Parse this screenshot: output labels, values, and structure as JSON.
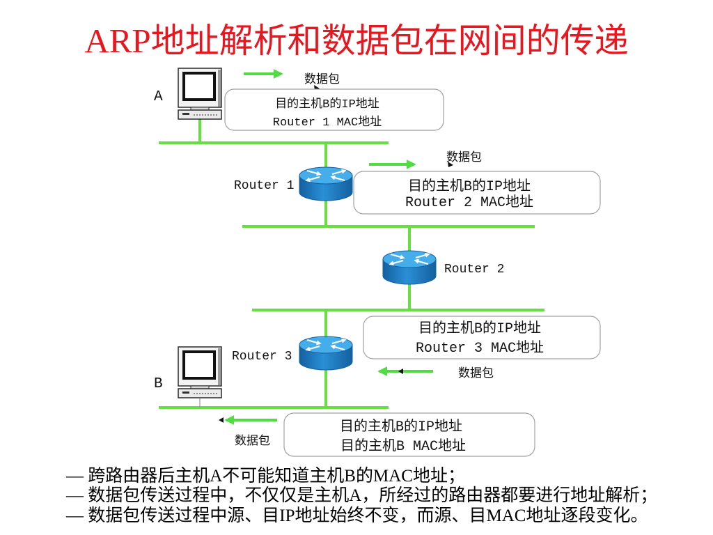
{
  "title": "ARP地址解析和数据包在网间的传递",
  "hosts": {
    "a": "A",
    "b": "B"
  },
  "routers": [
    "Router 1",
    "Router 2",
    "Router 3"
  ],
  "packets": [
    {
      "label": "数据包",
      "dest_ip": "目的主机B的IP地址",
      "dest_mac": "Router 1 MAC地址"
    },
    {
      "label": "数据包",
      "dest_ip": "目的主机B的IP地址",
      "dest_mac": "Router 2 MAC地址"
    },
    {
      "label": "数据包",
      "dest_ip": "目的主机B的IP地址",
      "dest_mac": "Router 3 MAC地址"
    },
    {
      "label": "数据包",
      "dest_ip": "目的主机B的IP地址",
      "dest_mac": "目的主机B MAC地址"
    }
  ],
  "notes": [
    "— 跨路由器后主机A不可能知道主机B的MAC地址；",
    "— 数据包传送过程中，不仅仅是主机A，所经过的路由器都要进行地址解析；",
    "— 数据包传送过程中源、目IP地址始终不变，而源、目MAC地址逐段变化。"
  ],
  "colors": {
    "title": "#e8161e",
    "link": "#66e040",
    "arrow": "#52dc44",
    "box_border": "#a0a0a0",
    "router_edge": "#14609f",
    "router_body": "#2a8fd6",
    "router_top": "#45aeea"
  }
}
